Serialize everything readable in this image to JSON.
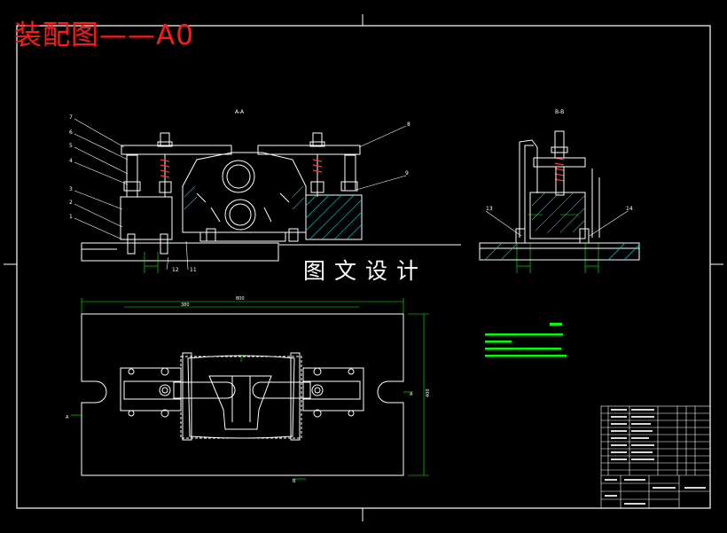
{
  "sheet": {
    "title": "装配图——A0",
    "watermark": "图文设计"
  },
  "views": {
    "section_aa": "A-A",
    "section_bb": "B-B",
    "plan_left_marker": "A",
    "plan_right_marker": "A",
    "plan_bottom_marker": "B"
  },
  "balloons_left": [
    "7",
    "6",
    "5",
    "4",
    "3",
    "2",
    "1"
  ],
  "balloons_right": [
    "8",
    "9"
  ],
  "balloons_bottom": [
    "12",
    "11"
  ],
  "balloons_side": [
    "13",
    "14"
  ],
  "dimensions": {
    "plan_width": "800",
    "plan_inner": "380",
    "plan_height": "400"
  },
  "colors": {
    "title": "#ff1a1a",
    "outline": "#ffffff",
    "dimension": "#00ff00",
    "hatch": "#00c8c8",
    "leader": "#ffffff"
  }
}
